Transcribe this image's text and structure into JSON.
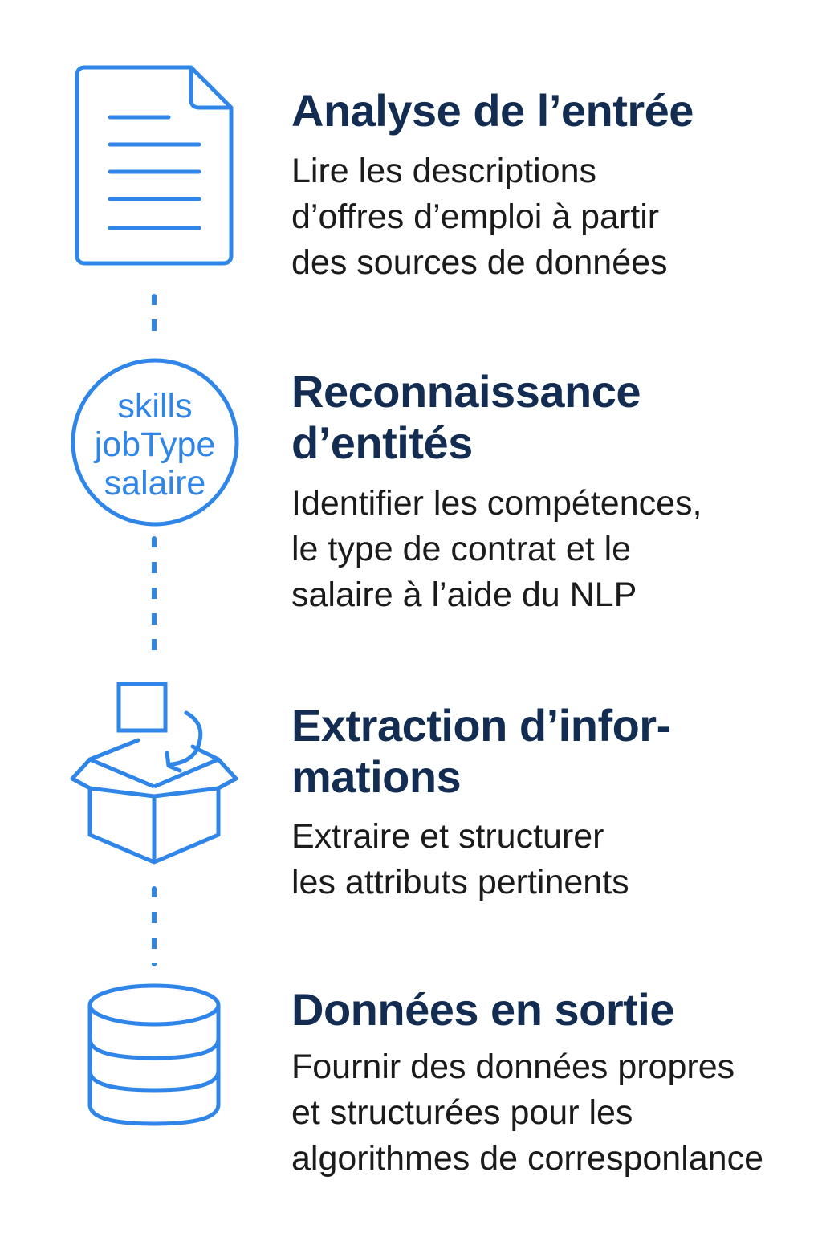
{
  "steps": [
    {
      "icon": "document-icon",
      "title": "Analyse de l’entrée",
      "description": "Lire les descriptions\nd’offres d’emploi à partir\ndes sources de données"
    },
    {
      "icon": "entity-circle-icon",
      "icon_words": [
        "skills",
        "jobType",
        "salaire"
      ],
      "title": "Reconnaissance\nd’entités",
      "description": "Identifier les compétences,\nle type de contrat et le\nsalaire à l’aide du NLP"
    },
    {
      "icon": "open-box-icon",
      "title": "Extraction d’infor-\nmations",
      "description": "Extraire et structurer\nles attributs pertinents"
    },
    {
      "icon": "database-icon",
      "title": "Données en sortie",
      "description": "Fournir des données propres\net structurées pour les\nalgorithmes de corresponlance"
    }
  ],
  "colors": {
    "accent": "#2f86e8",
    "title": "#132d52",
    "text": "#1b1b1b"
  }
}
